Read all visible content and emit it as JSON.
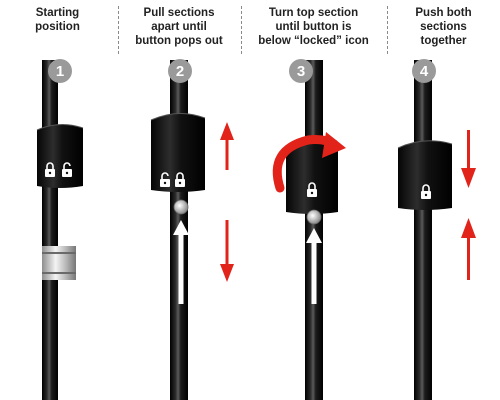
{
  "steps": [
    {
      "number": "1",
      "caption_line1": "Starting",
      "caption_line2": "position",
      "caption_line3": ""
    },
    {
      "number": "2",
      "caption_line1": "Pull sections",
      "caption_line2": "apart until",
      "caption_line3": "button pops out"
    },
    {
      "number": "3",
      "caption_line1": "Turn top section",
      "caption_line2": "until button is",
      "caption_line3": "below “locked” icon"
    },
    {
      "number": "4",
      "caption_line1": "Push both",
      "caption_line2": "sections",
      "caption_line3": "together"
    }
  ],
  "colors": {
    "pole": "#0b0b0b",
    "arrow_red": "#e2231a",
    "arrow_white": "#ffffff",
    "badge": "#9a9a9a"
  },
  "icons": [
    "locked-padlock-icon",
    "unlocked-padlock-icon"
  ]
}
